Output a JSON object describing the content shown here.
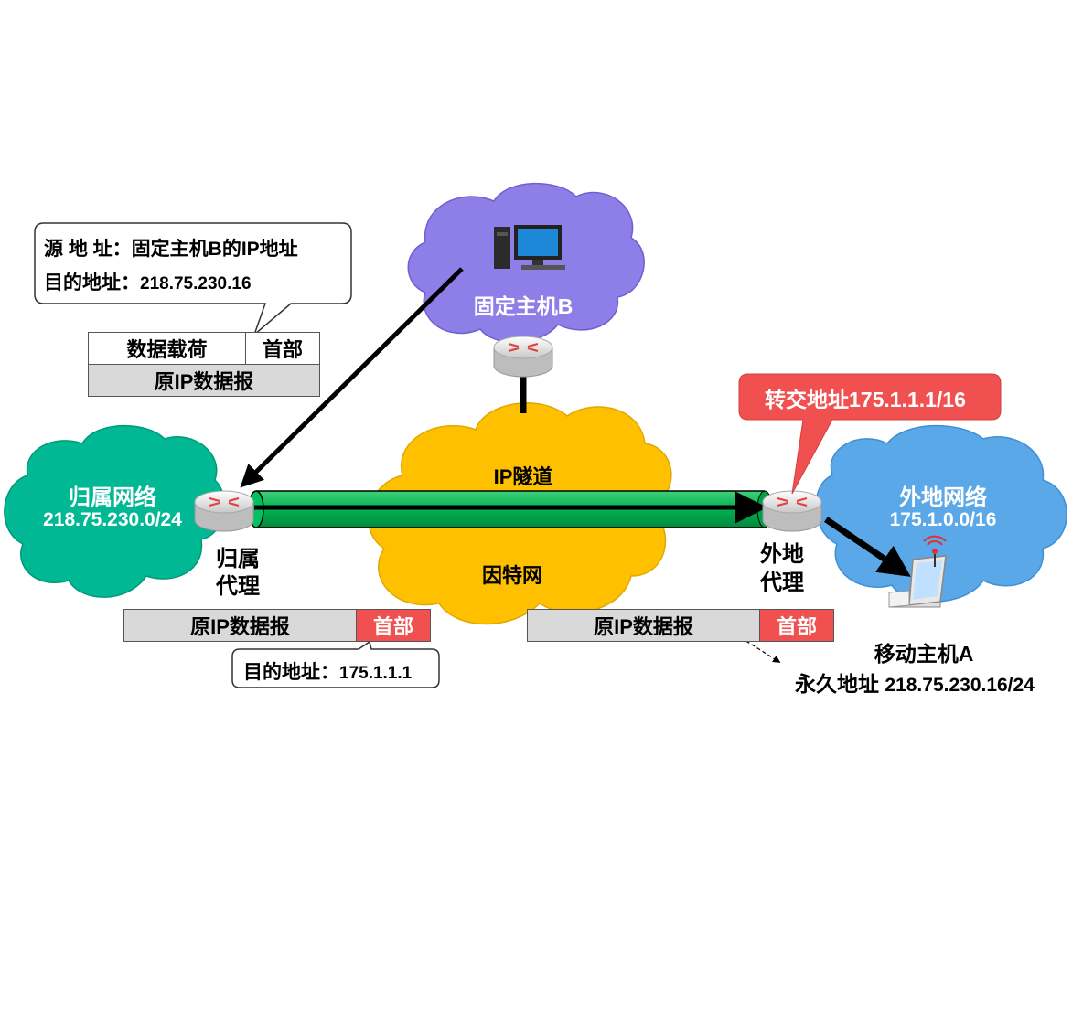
{
  "fixed_host": {
    "label": "固定主机B",
    "icon": "desktop-computer-icon"
  },
  "internet": {
    "label": "因特网",
    "tunnel_label": "IP隧道"
  },
  "home_network": {
    "name": "归属网络",
    "prefix": "218.75.230.0/24"
  },
  "home_agent": {
    "line1": "归属",
    "line2": "代理"
  },
  "foreign_network": {
    "name": "外地网络",
    "prefix": "175.1.0.0/16"
  },
  "foreign_agent": {
    "line1": "外地",
    "line2": "代理"
  },
  "care_of_callout": {
    "text": "转交地址175.1.1.1/16"
  },
  "mobile_host": {
    "name": "移动主机A",
    "permanent_label": "永久地址",
    "permanent_addr": "218.75.230.16/24",
    "icon": "wireless-laptop-icon"
  },
  "original_datagram": {
    "callout_src_label": "源 地 址：",
    "callout_src_value": "固定主机B的IP地址",
    "callout_dst_label": "目的地址：",
    "callout_dst_value": "218.75.230.16",
    "payload": "数据载荷",
    "header": "首部",
    "name": "原IP数据报"
  },
  "tunnel_datagram_left": {
    "body": "原IP数据报",
    "header": "首部",
    "callout_label": "目的地址：",
    "callout_value": "175.1.1.1"
  },
  "tunnel_datagram_right": {
    "body": "原IP数据报",
    "header": "首部"
  },
  "colors": {
    "internet_cloud": "#ffc000",
    "fixed_cloud": "#8e7ee8",
    "home_cloud": "#00b894",
    "foreign_cloud": "#5ba8e8",
    "tunnel": "#00b050",
    "callout_red": "#f05050"
  }
}
